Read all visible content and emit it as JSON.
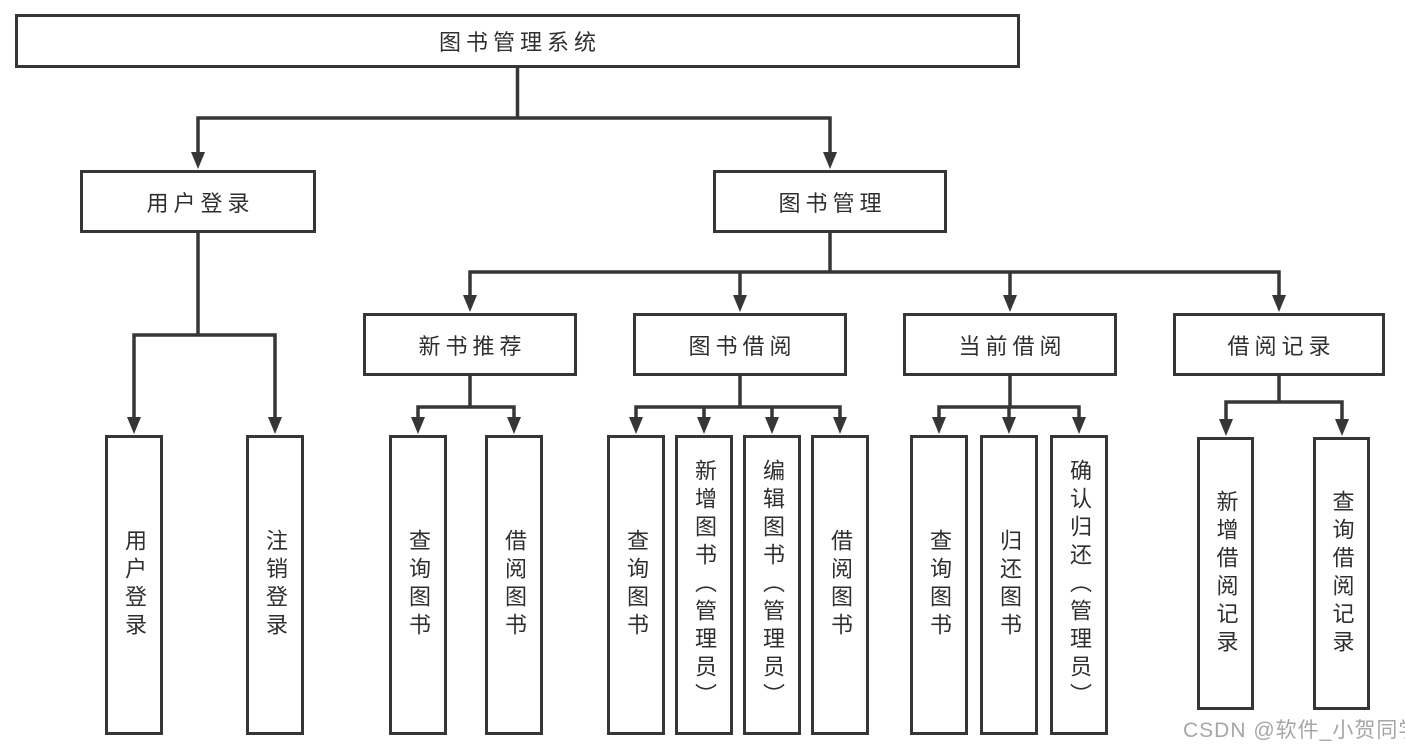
{
  "diagram": {
    "title": "图书管理系统",
    "branches": [
      {
        "label": "用户登录",
        "leaves": [
          "用户登录",
          "注销登录"
        ]
      },
      {
        "label": "图书管理",
        "groups": [
          {
            "label": "新书推荐",
            "leaves": [
              "查询图书",
              "借阅图书"
            ]
          },
          {
            "label": "图书借阅",
            "leaves": [
              "查询图书",
              "新增图书（管理员）",
              "编辑图书（管理员）",
              "借阅图书"
            ]
          },
          {
            "label": "当前借阅",
            "leaves": [
              "查询图书",
              "归还图书",
              "确认归还（管理员）"
            ]
          },
          {
            "label": "借阅记录",
            "leaves": [
              "新增借阅记录",
              "查询借阅记录"
            ]
          }
        ]
      }
    ]
  },
  "watermark": "CSDN @软件_小贺同学",
  "colors": {
    "line": "#363636",
    "box_border": "#363636",
    "text": "#2f2f2f",
    "background": "#ffffff",
    "watermark": "#a6a6a6"
  }
}
